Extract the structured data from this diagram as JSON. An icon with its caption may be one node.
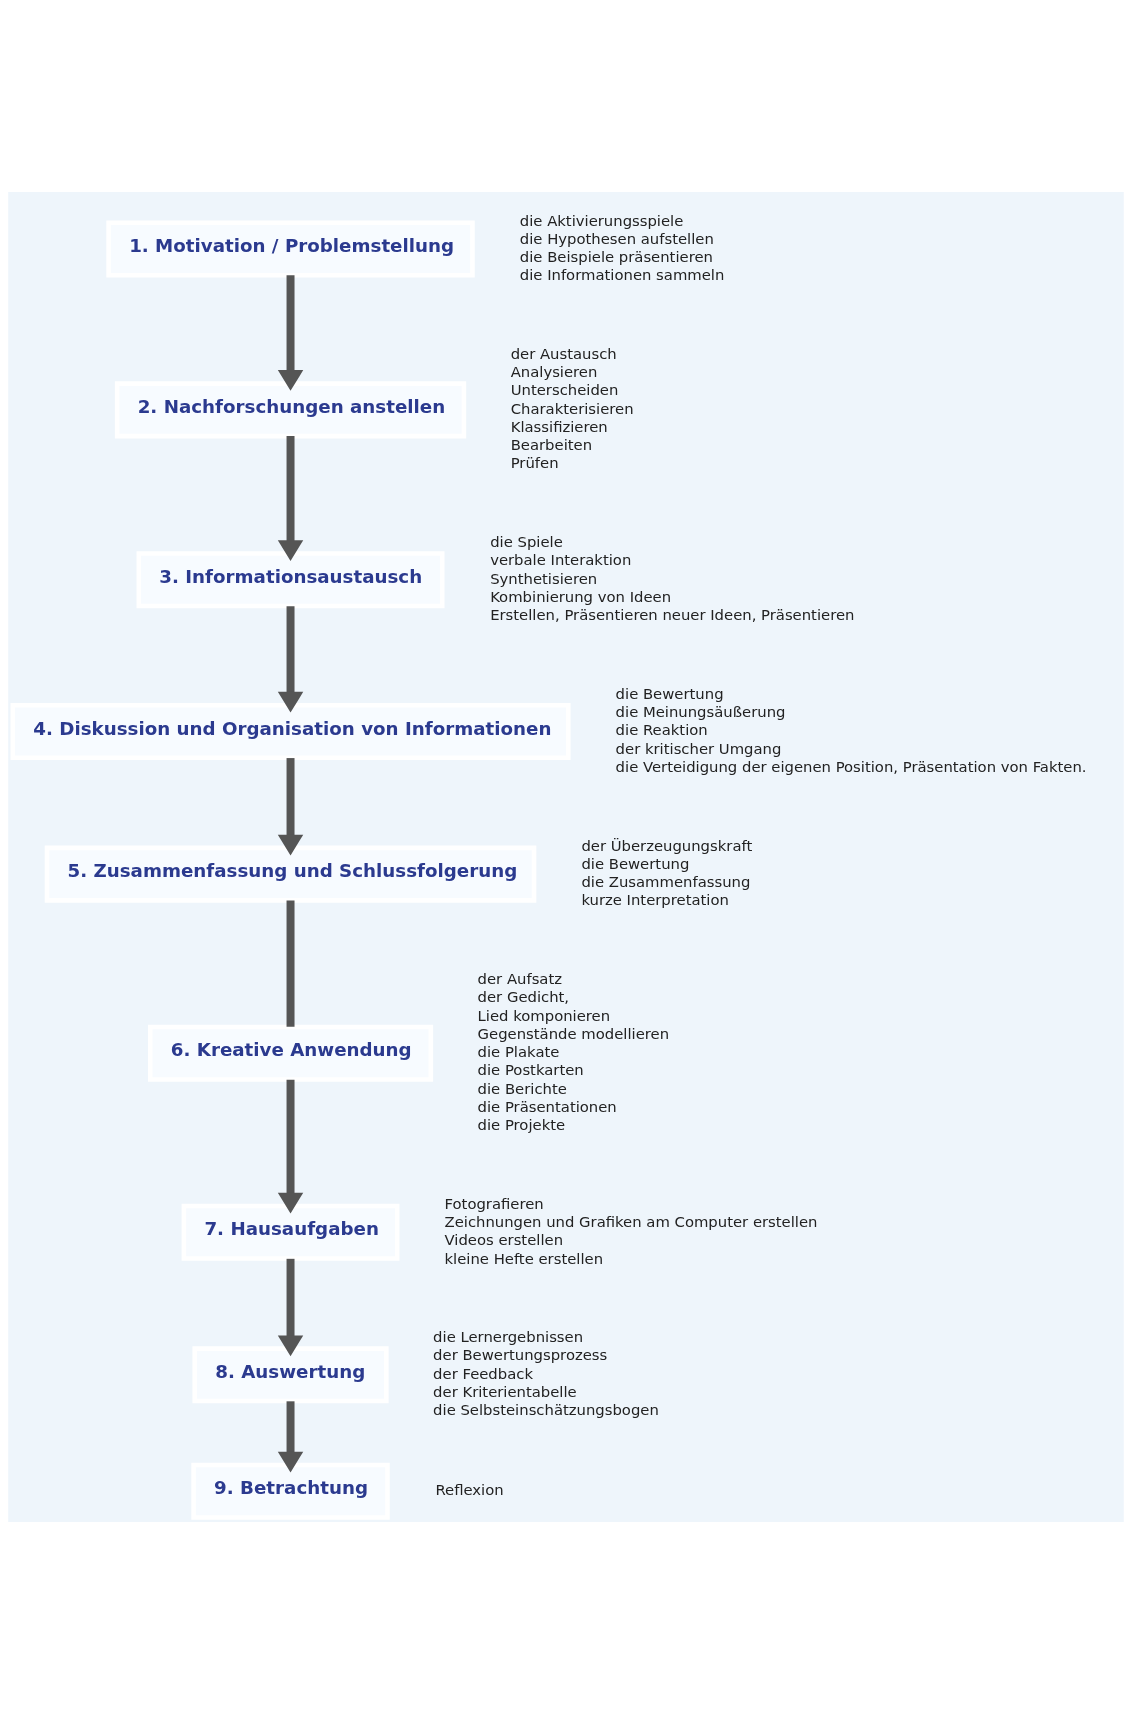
{
  "diagram": {
    "nodes": [
      {
        "text": [
          "1. Motivation / Problemstellung"
        ],
        "beside": [
          "die Aktivierungsspiele",
          "die Hypothesen aufstellen",
          "die Beispiele präsentieren",
          "die Informationen sammeln"
        ]
      },
      {
        "text": [
          "2. Nachforschungen anstellen"
        ],
        "beside": [
          "der Austausch",
          "Analysieren",
          "Unterscheiden",
          "Charakterisieren",
          "Klassifizieren",
          "Bearbeiten",
          "Prüfen"
        ]
      },
      {
        "text": [
          "3. Informationsaustausch"
        ],
        "beside": [
          "die Spiele",
          "verbale Interaktion",
          "Synthetisieren",
          "Kombinierung von Ideen",
          "Erstellen, Präsentieren neuer Ideen, Präsentieren"
        ]
      },
      {
        "text": [
          "4. Diskussion und Organisation von Informationen"
        ],
        "beside": [
          "die Bewertung",
          "die Meinungsäußerung",
          "die Reaktion",
          "der kritischer Umgang",
          "die Verteidigung der eigenen Position, Präsentation von Fakten."
        ]
      },
      {
        "text": [
          "5. Zusammenfassung und Schlussfolgerung"
        ],
        "beside": [
          "der Überzeugungskraft",
          "die Bewertung",
          "die Zusammenfassung",
          "kurze Interpretation"
        ]
      },
      {
        "text": [
          "6. Kreative Anwendung"
        ],
        "beside": [
          "der Aufsatz",
          "der Gedicht,",
          "Lied komponieren",
          "Gegenstände modellieren",
          "die Plakate",
          "die Postkarten",
          "die Berichte",
          "die Präsentationen",
          "die Projekte"
        ]
      },
      {
        "text": [
          "7. Hausaufgaben"
        ],
        "beside": [
          "Fotografieren",
          "Zeichnungen und Grafiken am Computer erstellen",
          "Videos erstellen",
          "kleine Hefte erstellen"
        ]
      },
      {
        "text": [
          "8. Auswertung"
        ],
        "beside": [
          "die Lernergebnissen",
          "der Bewertungsprozess",
          "der Feedback",
          "der Kriterientabelle",
          "die Selbsteinschätzungsbogen"
        ]
      },
      {
        "text": [
          "9. Betrachtung"
        ],
        "beside": [
          "Reflexion"
        ]
      }
    ],
    "edges": [
      {
        "from": 0,
        "to": 1,
        "arrow": "to"
      },
      {
        "from": 1,
        "to": 2,
        "arrow": "to"
      },
      {
        "from": 2,
        "to": 3,
        "arrow": "to"
      },
      {
        "from": 3,
        "to": 4,
        "arrow": "to"
      },
      {
        "from": 4,
        "to": 5,
        "arrow": "none"
      },
      {
        "from": 5,
        "to": 6,
        "arrow": "to"
      },
      {
        "from": 6,
        "to": 7,
        "arrow": "to"
      },
      {
        "from": 7,
        "to": 8,
        "arrow": "to"
      }
    ]
  }
}
